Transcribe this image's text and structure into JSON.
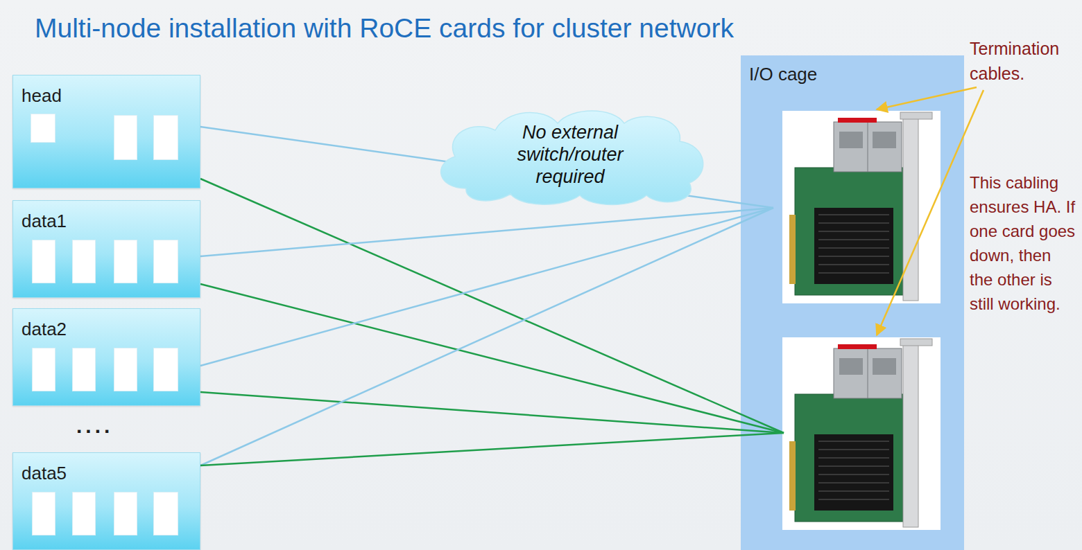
{
  "diagram": {
    "title": "Multi-node installation with RoCE cards for cluster network",
    "nodes": [
      {
        "text": [
          "head"
        ]
      },
      {
        "text": [
          "data1"
        ]
      },
      {
        "text": [
          "data2"
        ]
      },
      {
        "text": [
          "data5"
        ]
      },
      {
        "text": [
          "No external switch/router required"
        ]
      },
      {
        "text": [
          "I/O cage"
        ]
      }
    ],
    "edges": [
      {
        "from": 0,
        "to": 5,
        "arrow": "none"
      },
      {
        "from": 0,
        "to": 5,
        "arrow": "none"
      },
      {
        "from": 1,
        "to": 5,
        "arrow": "none"
      },
      {
        "from": 1,
        "to": 5,
        "arrow": "none"
      },
      {
        "from": 2,
        "to": 5,
        "arrow": "none"
      },
      {
        "from": 2,
        "to": 5,
        "arrow": "none"
      },
      {
        "from": 3,
        "to": 5,
        "arrow": "none"
      },
      {
        "from": 3,
        "to": 5,
        "arrow": "none"
      }
    ],
    "labels": [
      "....",
      "Termination cables.",
      "This cabling ensures HA. If one card goes down, then the other is still working."
    ]
  }
}
